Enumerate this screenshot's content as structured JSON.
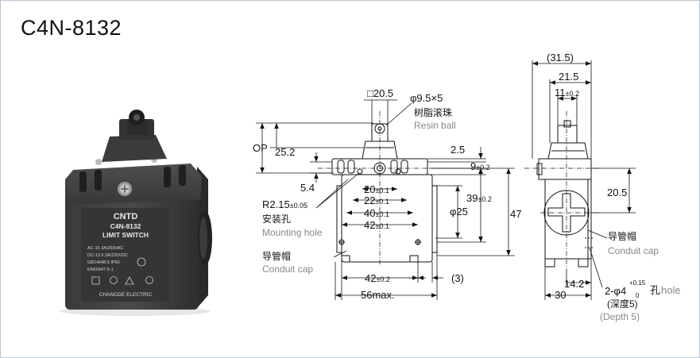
{
  "title": "C4N-8132",
  "product": {
    "brand": "CNTD",
    "model": "C4N-8132",
    "type": "LIMIT SWITCH",
    "ratings": [
      "AC-15  3A/250VAC",
      "DC-13  0.3A/220VDC",
      "GB14048.5  IP66",
      "EN60947-5-1"
    ],
    "maker": "CHANGDE ELECTRIC"
  },
  "front_view": {
    "square_dim": "□20.5",
    "ball_dim": "φ9.5×5",
    "resin_ball_cn": "树脂滚珠",
    "resin_ball_en": "Resin ball",
    "op": "OP",
    "dim_25_2": "25.2",
    "dim_2_5": "2.5",
    "dim_9": "9",
    "tol_9": "±0.2",
    "dim_5_4": "5.4",
    "dim_20": "20",
    "tol_20": "±0.1",
    "dim_22": "22",
    "tol_22": "±0.1",
    "dim_40": "40",
    "tol_40": "±0.1",
    "dim_42top": "42",
    "tol_42top": "±0.1",
    "dim_39": "39",
    "tol_39": "±0.2",
    "dim_phi25": "φ25",
    "dim_47": "47",
    "r_dim": "R2.15",
    "tol_r": "±0.05",
    "mount_cn": "安装孔",
    "mount_en": "Mounting hole",
    "conduit_cn": "导管帽",
    "conduit_en": "Conduit cap",
    "dim_42bot": "42",
    "tol_42bot": "±0.2",
    "dim_3": "(3)",
    "dim_56": "56max."
  },
  "side_view": {
    "dim_31_5": "(31.5)",
    "dim_21_5": "21.5",
    "dim_11": "11",
    "tol_11": "±0.2",
    "dim_20_5": "20.5",
    "conduit_cn": "导管帽",
    "conduit_en": "Conduit cap",
    "dim_14_2": "14.2",
    "dim_30": "30",
    "hole_count": "2-φ4",
    "hole_tol_up": "+0.15",
    "hole_tol_down": "0",
    "hole_cn": "孔",
    "hole_en": "hole",
    "depth_cn": "(深度5)",
    "depth_en": "(Depth 5)"
  }
}
